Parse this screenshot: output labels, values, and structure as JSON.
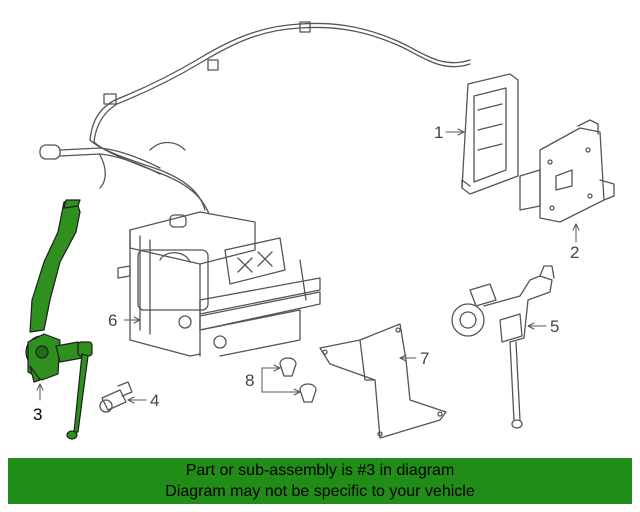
{
  "callouts": {
    "c1": "1",
    "c2": "2",
    "c3": "3",
    "c4": "4",
    "c5": "5",
    "c6": "6",
    "c7": "7",
    "c8": "8"
  },
  "highlight_part": "3",
  "colors": {
    "highlight": "#2f8f1f",
    "banner": "#218c18",
    "line": "#555555"
  },
  "banner": {
    "line1": "Part or sub-assembly is #3 in diagram",
    "line2": "Diagram may not be specific to your vehicle"
  }
}
